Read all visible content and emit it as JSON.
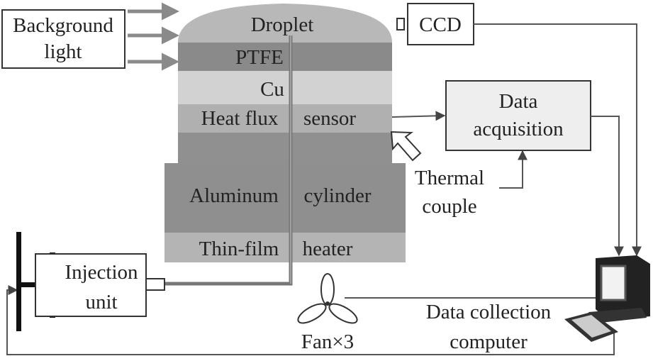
{
  "labels": {
    "background_light_line1": "Background",
    "background_light_line2": "light",
    "droplet": "Droplet",
    "ptfe": "PTFE",
    "cu": "Cu",
    "heat_flux_left": "Heat flux",
    "heat_flux_right": "sensor",
    "aluminum_left": "Aluminum",
    "aluminum_right": "cylinder",
    "thin_film_left": "Thin-film",
    "thin_film_right": "heater",
    "ccd": "CCD",
    "data_acquisition_line1": "Data",
    "data_acquisition_line2": "acquisition",
    "thermal_couple_line1": "Thermal",
    "thermal_couple_line2": "couple",
    "injection_unit_line1": "Injection",
    "injection_unit_line2": "unit",
    "fan": "Fan×3",
    "computer_line1": "Data collection",
    "computer_line2": "computer"
  },
  "colors": {
    "droplet_fill": "#b8b8b8",
    "ptfe_fill": "#8a8a8a",
    "cu_fill": "#d2d2d2",
    "heat_flux_fill": "#b0b0b0",
    "spacer_fill": "#909090",
    "aluminum_fill": "#8f8f8f",
    "heater_fill": "#b4b4b4",
    "tube": "#777777",
    "box_stroke": "#333333",
    "data_acq_fill": "#eeeeee"
  }
}
